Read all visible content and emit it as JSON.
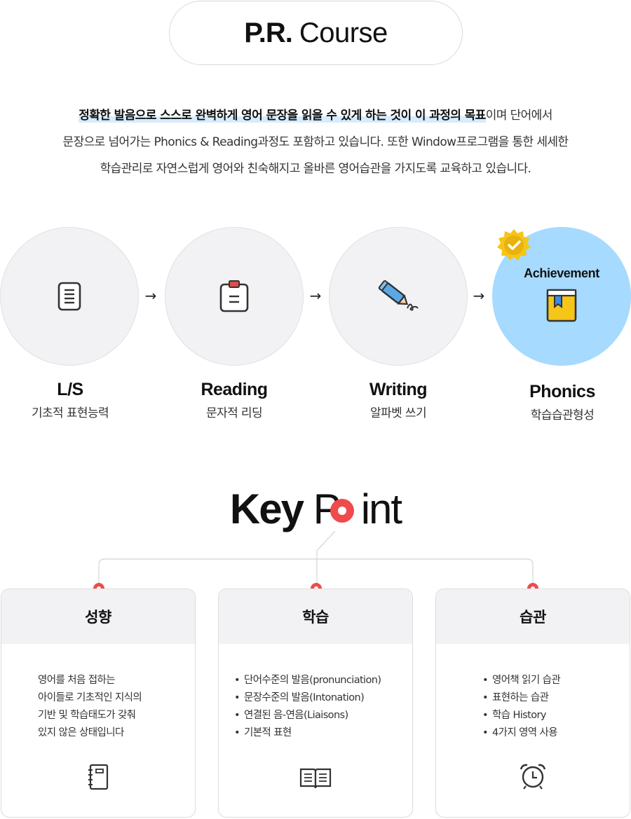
{
  "header": {
    "title_bold": "P.R.",
    "title_light": "Course"
  },
  "intro": {
    "highlight": "정확한 발음으로 스스로 완벽하게 영어 문장을 읽을 수 있게 하는 것이 이 과정의 목표",
    "line1_rest": "이며 단어에서",
    "line2": "문장으로 넘어가는 Phonics & Reading과정도 포함하고 있습니다. 또한 Window프로그램을 통한 세세한",
    "line3": "학습관리로 자연스럽게 영어와 친숙해지고 올바른 영어습관을 가지도록 교육하고 있습니다."
  },
  "steps": [
    {
      "title": "L/S",
      "subtitle": "기초적 표현능력",
      "icon": "document-icon"
    },
    {
      "title": "Reading",
      "subtitle": "문자적 리딩",
      "icon": "clipboard-icon"
    },
    {
      "title": "Writing",
      "subtitle": "알파벳 쓰기",
      "icon": "pen-icon"
    },
    {
      "title": "Phonics",
      "subtitle": "학습습관형성",
      "icon": "book-icon",
      "badge_label": "Achievement"
    }
  ],
  "arrows": [
    "→",
    "→",
    "→"
  ],
  "keypoint": {
    "word1": "Key",
    "word2_start": "P",
    "word2_end": "int"
  },
  "cards": [
    {
      "title": "성향",
      "lines": [
        "영어를 처음 접하는",
        "아이들로 기초적인 지식의",
        "기반 및 학습태도가 갖춰",
        "있지 않은 상태입니다"
      ],
      "icon": "notebook-icon"
    },
    {
      "title": "학습",
      "items": [
        "단어수준의 발음(pronunciation)",
        "문장수준의 발음(Intonation)",
        "연결된 음-연음(Liaisons)",
        "기본적 표현"
      ],
      "icon": "open-book-icon"
    },
    {
      "title": "습관",
      "items": [
        "영어책 읽기 습관",
        "표현하는 습관",
        "학습 History",
        "4가지 영역 사용"
      ],
      "icon": "alarm-clock-icon"
    }
  ],
  "colors": {
    "accent_red": "#ef4b4b",
    "achievement_blue": "#a6daff",
    "circle_gray": "#f2f2f5",
    "badge_gold": "#f5c518"
  }
}
